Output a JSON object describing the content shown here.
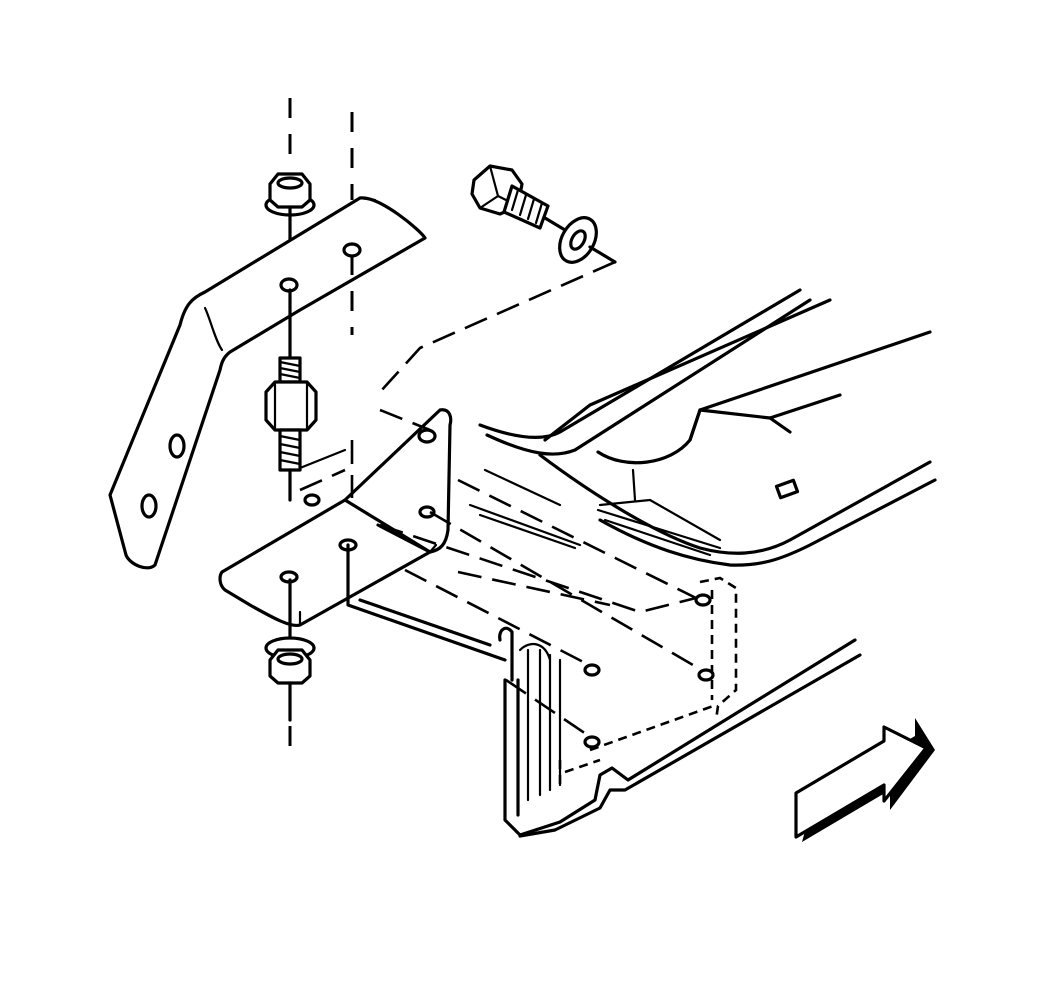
{
  "figure": {
    "parts": [
      {
        "name": "upper-mount-bracket"
      },
      {
        "name": "lower-mount-bracket"
      },
      {
        "name": "frame-crossmember"
      },
      {
        "name": "stud-with-spacer"
      },
      {
        "name": "upper-flange-nut"
      },
      {
        "name": "lower-flange-nut"
      },
      {
        "name": "bolt"
      },
      {
        "name": "washer"
      },
      {
        "name": "vehicle-front-direction-arrow"
      }
    ]
  }
}
